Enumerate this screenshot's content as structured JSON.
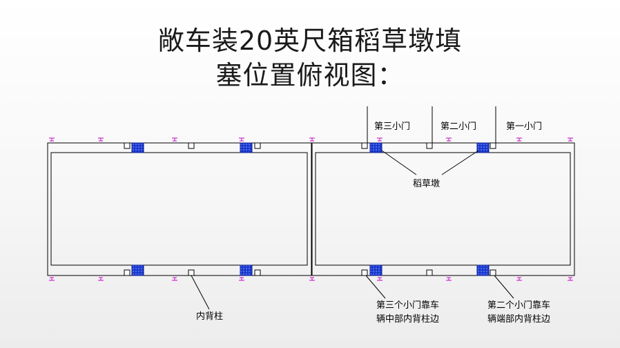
{
  "title": {
    "line1": "敞车装20英尺箱稻草墩填",
    "line2": "塞位置俯视图："
  },
  "labels": {
    "door3": "第三小门",
    "door2": "第二小门",
    "door1": "第一小门",
    "straw": "稻草墩",
    "inner_post": "内背柱",
    "note_middle_line1": "第三个小门靠车",
    "note_middle_line2": "辆中部内背柱边",
    "note_end_line1": "第二个小门靠车",
    "note_end_line2": "辆端部内背柱边"
  },
  "colors": {
    "outline": "#000000",
    "straw_fill": "#1f3fd6",
    "hook": "#cc33cc",
    "leader": "#000000"
  }
}
